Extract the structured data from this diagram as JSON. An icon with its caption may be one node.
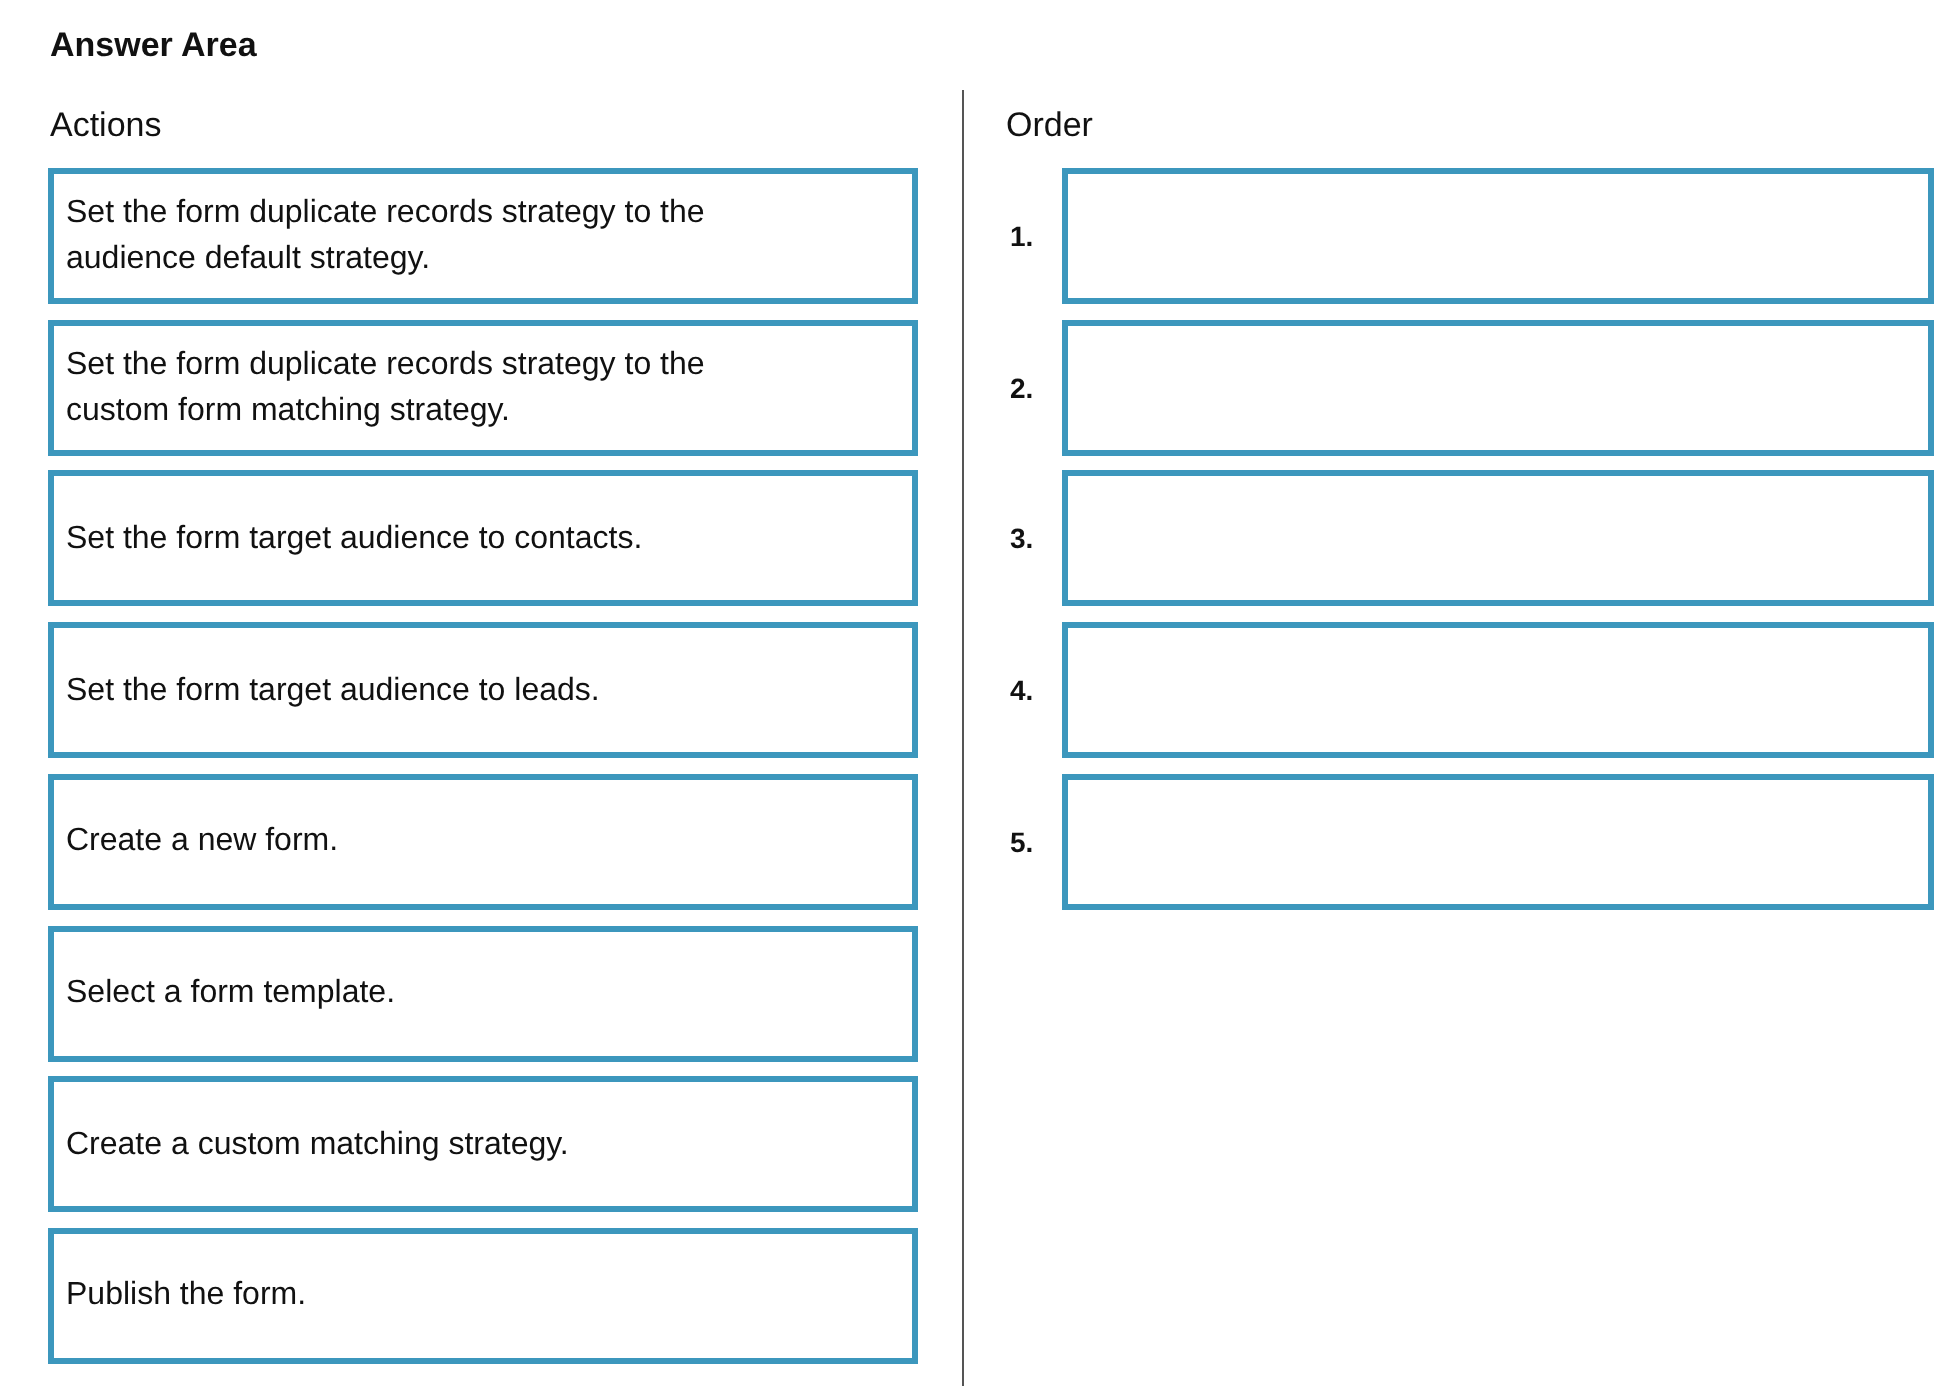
{
  "diagram": {
    "title": "Answer Area",
    "nodes": [
      {
        "text": [
          "Set the form duplicate records strategy to the audience default strategy."
        ]
      },
      {
        "text": [
          "Set the form duplicate records strategy to the custom form matching strategy."
        ]
      },
      {
        "text": [
          "Set the form target audience to contacts."
        ]
      },
      {
        "text": [
          "Set the form target audience to leads."
        ]
      },
      {
        "text": [
          "Create a new form."
        ]
      },
      {
        "text": [
          "Select a form template."
        ]
      },
      {
        "text": [
          "Create a custom matching strategy."
        ]
      },
      {
        "text": [
          "Publish the form."
        ]
      },
      {
        "text": [],
        "shape": "box",
        "beside": [
          "1."
        ]
      },
      {
        "text": [],
        "shape": "box",
        "beside": [
          "2."
        ]
      },
      {
        "text": [],
        "shape": "box",
        "beside": [
          "3."
        ]
      },
      {
        "text": [],
        "shape": "box",
        "beside": [
          "4."
        ]
      },
      {
        "text": [],
        "shape": "box",
        "beside": [
          "5."
        ]
      }
    ],
    "labels": [
      "Actions",
      "Order"
    ]
  }
}
